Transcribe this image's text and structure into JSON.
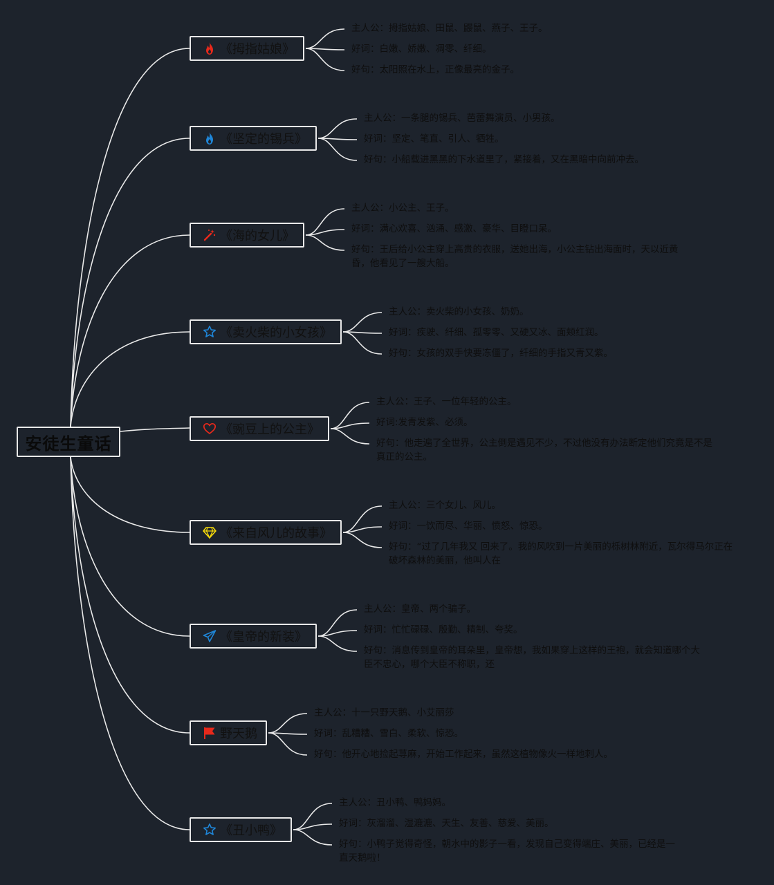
{
  "root": {
    "label": "安徒生童话"
  },
  "colors": {
    "background": "#1d232c",
    "line": "#e9e9e9",
    "red": "#e8291b",
    "blue": "#1f86d8",
    "yellow": "#f5d90a"
  },
  "stories": [
    {
      "title": "《拇指姑娘》",
      "icon": "fire-icon",
      "details": [
        "主人公：拇指姑娘、田鼠、鼹鼠、燕子、王子。",
        "好词：白嫩、娇嫩、凋零、纤细。",
        "好句：太阳照在水上，正像最亮的金子。"
      ]
    },
    {
      "title": "《坚定的锡兵》",
      "icon": "blue-flame-icon",
      "details": [
        "主人公：一条腿的锡兵、芭蕾舞演员、小男孩。",
        "好词：坚定、笔直、引人、牺牲。",
        "好句：小船载进黑黑的下水道里了，紧接着，又在黑暗中向前冲去。"
      ]
    },
    {
      "title": "《海的女儿》",
      "icon": "magic-wand-icon",
      "details": [
        "主人公：小公主、王子。",
        "好词：满心欢喜、汹涌、感激、豪华、目瞪口呆。",
        "好句：王后给小公主穿上高贵的衣服，送她出海，小公主钻出海面时，天以近黄昏，他看见了一艘大船。"
      ]
    },
    {
      "title": "《卖火柴的小女孩》",
      "icon": "star-icon",
      "details": [
        "主人公：卖火柴的小女孩、奶奶。",
        "好词：疾驶、纤细、孤零零、又硬又冰、面颊红润。",
        "好句：女孩的双手快要冻僵了，纤细的手指又青又紫。"
      ]
    },
    {
      "title": "《豌豆上的公主》",
      "icon": "heart-icon",
      "details": [
        "主人公：王子、一位年轻的公主。",
        "好词:发青发紫、必须。",
        "好句：他走遍了全世界，公主倒是遇见不少，不过他没有办法断定他们究竟是不是真正的公主。"
      ]
    },
    {
      "title": "《来自风儿的故事》",
      "icon": "diamond-icon",
      "details": [
        "主人公：三个女儿、风儿。",
        "好词：一饮而尽、华丽、愤怒、惊恐。",
        "好句：“过了几年我又 回来了。我的风吹到一片美丽的栎树林附近，瓦尔得马尔正在破坏森林的美丽，他叫人在"
      ]
    },
    {
      "title": "《皇帝的新装》",
      "icon": "paper-plane-icon",
      "details": [
        "主人公：皇帝、两个骗子。",
        "好词：忙忙碌碌、殷勤、精制、夸奖。",
        "好句：消息传到皇帝的耳朵里，皇帝想，我如果穿上这样的王袍，就会知道哪个大臣不忠心，哪个大臣不称职，还"
      ]
    },
    {
      "title": "野天鹅",
      "icon": "flag-icon",
      "details": [
        "主人公：十一只野天鹅、小艾丽莎",
        "好词：乱糟糟、雪白、柔软、惊恐。",
        "好句：他开心地捡起荨麻，开始工作起来，虽然这植物像火一样地刺人。"
      ]
    },
    {
      "title": "《丑小鸭》",
      "icon": "star-icon",
      "details": [
        "主人公：丑小鸭、鸭妈妈。",
        "好词：灰溜溜、湿漉漉、天生、友善、慈爱、美丽。",
        "好句：小鸭子觉得奇怪，朝水中的影子一看，发现自己变得端庄、美丽，已经是一直天鹅啦！"
      ]
    }
  ]
}
